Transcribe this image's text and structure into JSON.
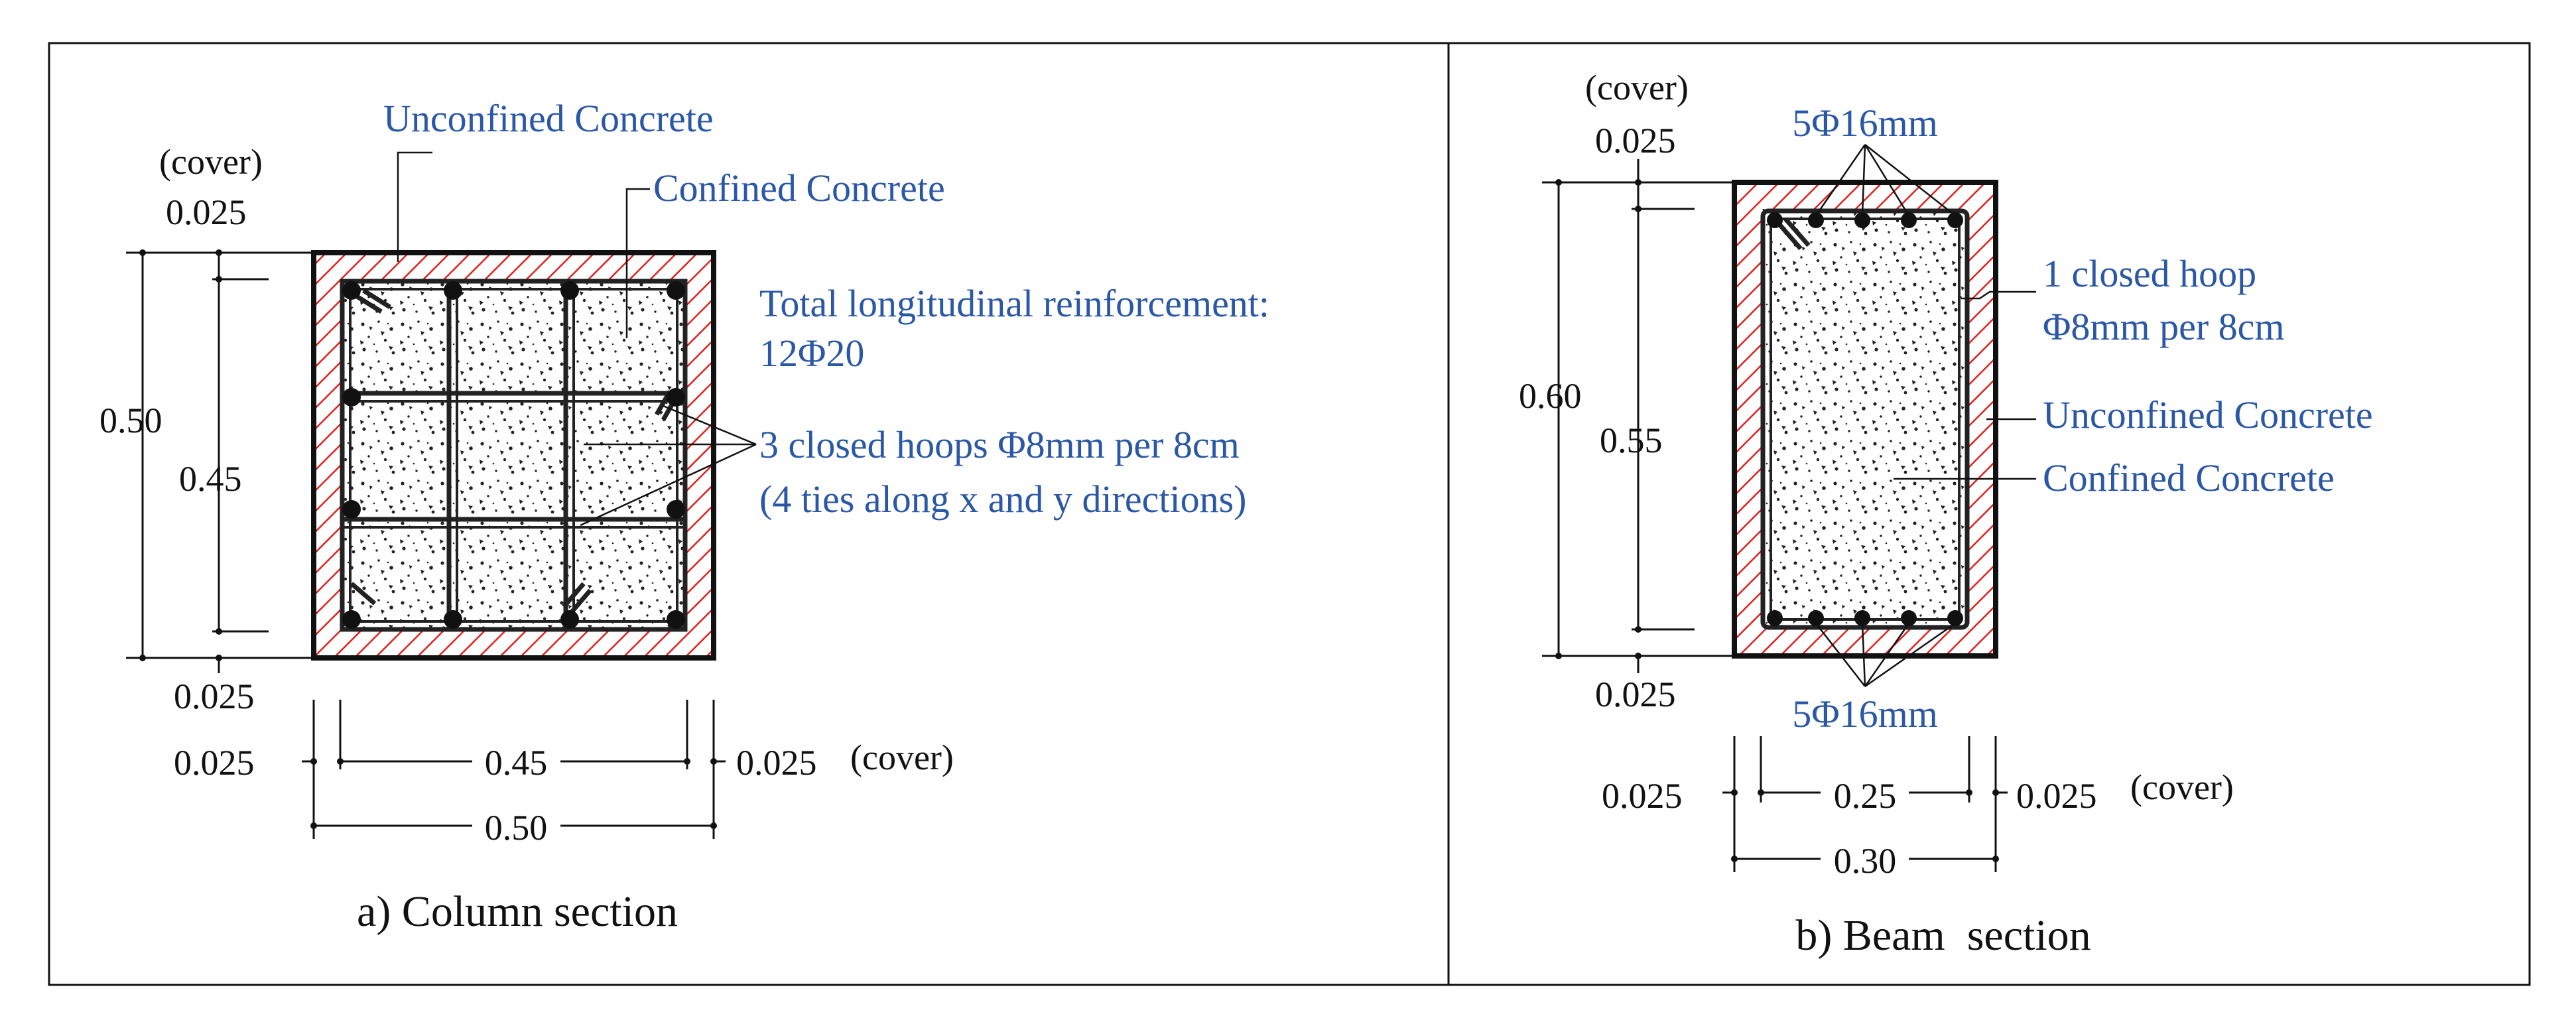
{
  "column": {
    "caption": "a) Column section",
    "label_unconfined": "Unconfined Concrete",
    "label_confined": "Confined Concrete",
    "reinf_line1": "Total longitudinal reinforcement:",
    "reinf_line2": "12Φ20",
    "hoops_line1": "3 closed hoops Φ8mm per 8cm",
    "hoops_line2": "(4 ties along x and y directions)",
    "cover_label": "(cover)",
    "dim_top_cover": "0.025",
    "dim_height_total": "0.50",
    "dim_height_core": "0.45",
    "dim_bottom_cover": "0.025",
    "dim_left_cover": "0.025",
    "dim_width_core": "0.45",
    "dim_right_cover": "0.025",
    "dim_right_cover_label": "(cover)",
    "dim_width_total": "0.50"
  },
  "beam": {
    "caption": "b) Beam  section",
    "cover_label": "(cover)",
    "dim_top_cover": "0.025",
    "top_bars": "5Φ16mm",
    "bottom_bars": "5Φ16mm",
    "hoop_line1": "1 closed hoop",
    "hoop_line2": "Φ8mm per 8cm",
    "label_unconfined": "Unconfined Concrete",
    "label_confined": "Confined Concrete",
    "dim_height_total": "0.60",
    "dim_height_core": "0.55",
    "dim_bottom_cover": "0.025",
    "dim_left_cover": "0.025",
    "dim_width_core": "0.25",
    "dim_right_cover": "0.025",
    "dim_right_cover_label": "(cover)",
    "dim_width_total": "0.30"
  },
  "colors": {
    "label_blue": "#2a57a6",
    "hatch_red": "#e02020",
    "ink": "#111111"
  }
}
